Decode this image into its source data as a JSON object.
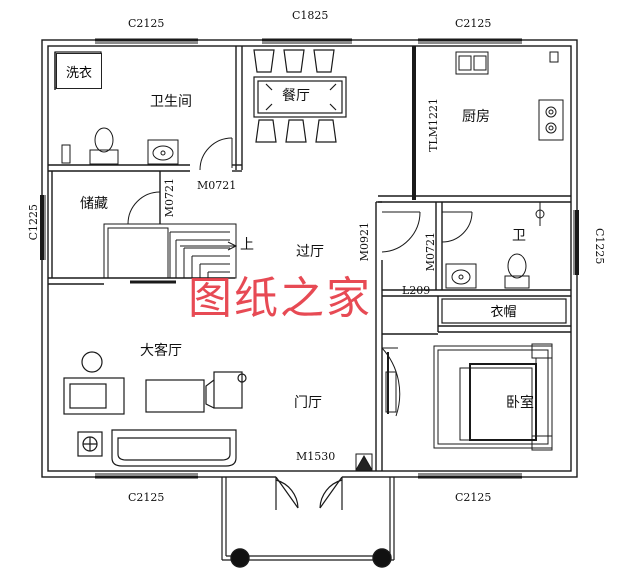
{
  "rooms": {
    "laundry": "洗衣",
    "bathroom": "卫生间",
    "dining": "餐厅",
    "kitchen": "厨房",
    "storage": "储藏",
    "hall": "过厅",
    "toilet": "卫",
    "wardrobe": "衣帽",
    "living": "大客厅",
    "foyer": "门厅",
    "bedroom": "卧室"
  },
  "stair_up": "上",
  "openings": {
    "top_left_window": "C2125",
    "top_mid_window": "C1825",
    "top_right_window": "C2125",
    "left_window": "C1225",
    "right_window": "C1225",
    "bottom_left_window": "C2125",
    "bottom_right_window": "C2125",
    "main_door": "M1530",
    "bath_door": "M0721",
    "storage_door": "M0721",
    "hall_door": "M0921",
    "toilet_door": "M0721",
    "kitchen_door": "TLM1221",
    "wardrobe_opening": "L209"
  },
  "watermark": "图纸之家",
  "colors": {
    "line": "#1a1a1a",
    "watermark": "#e53b46"
  }
}
